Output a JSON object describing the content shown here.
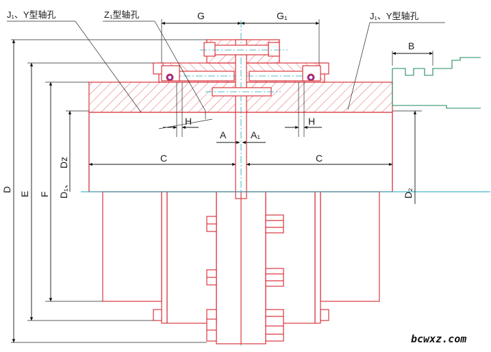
{
  "labels": {
    "j1y_left": "J₁、Y型轴孔",
    "z1": "Z₁型轴孔",
    "j1y_right": "J₁、Y型轴孔",
    "G": "G",
    "G1": "G₁",
    "B": "B",
    "H_left": "H",
    "H_right": "H",
    "A": "A",
    "A1": "A₁",
    "C_left": "C",
    "C_right": "C",
    "D": "D",
    "E": "E",
    "F": "F",
    "Dz": "Dz",
    "D1": "D₁、",
    "D2": "D₂"
  },
  "watermark": "bcwxz.com",
  "colors": {
    "outline": "#d9363e",
    "centerline": "#19a3b8",
    "keyway": "#1c8a5a",
    "dimension": "#111111"
  }
}
